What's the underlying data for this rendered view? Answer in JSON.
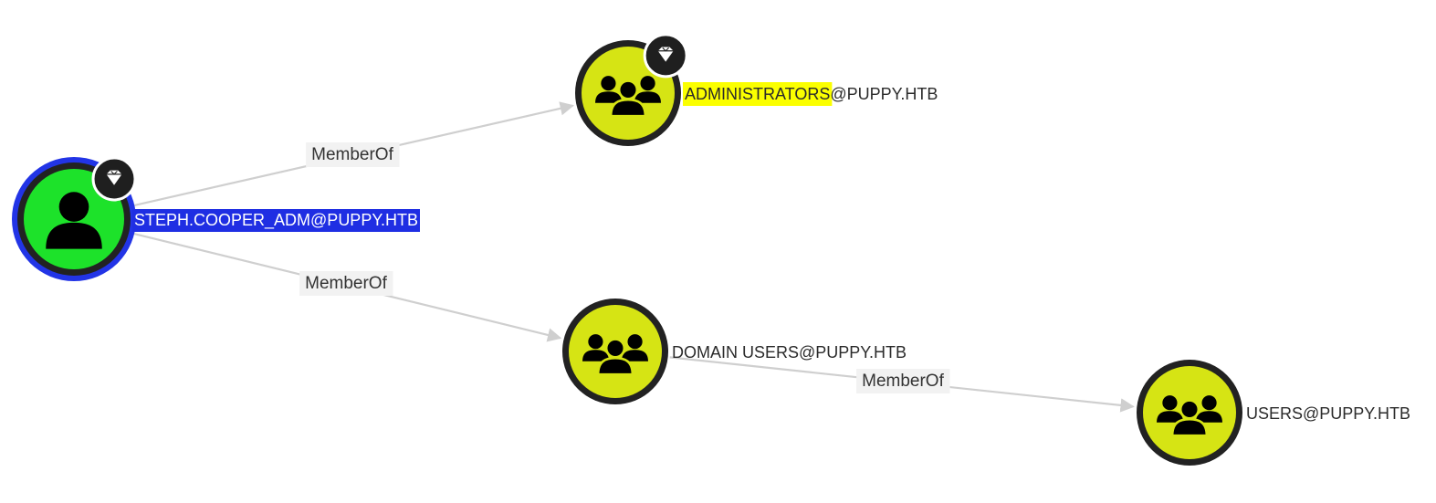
{
  "graph": {
    "nodes": [
      {
        "id": "steph",
        "label": "STEPH.COOPER_ADM@PUPPY.HTB",
        "kind": "user",
        "icon": "user-icon",
        "badge": "tier-zero-diamond-icon",
        "selected": true
      },
      {
        "id": "admins",
        "label": "ADMINISTRATORS@PUPPY.HTB",
        "highlight_text": "ADMINISTRATORS",
        "rest_text": "@PUPPY.HTB",
        "kind": "group",
        "icon": "group-icon",
        "badge": "tier-zero-diamond-icon",
        "selected": false
      },
      {
        "id": "domain_users",
        "label": "DOMAIN USERS@PUPPY.HTB",
        "kind": "group",
        "icon": "group-icon",
        "badge": "",
        "selected": false
      },
      {
        "id": "users",
        "label": "USERS@PUPPY.HTB",
        "kind": "group",
        "icon": "group-icon",
        "badge": "",
        "selected": false
      }
    ],
    "edges": [
      {
        "from": "steph",
        "to": "admins",
        "label": "MemberOf"
      },
      {
        "from": "steph",
        "to": "domain_users",
        "label": "MemberOf"
      },
      {
        "from": "domain_users",
        "to": "users",
        "label": "MemberOf"
      }
    ],
    "colors": {
      "user_fill": "#1de22a",
      "group_fill": "#d6e414",
      "node_ring": "#222222",
      "selected_ring": "#2234e6",
      "selected_label_bg": "#1f2ee3",
      "search_highlight": "#fbff00",
      "edge": "#cfcfcf",
      "edge_label_bg": "#f2f2f2",
      "badge_bg": "#1f1f1f",
      "badge_border": "#ffffff"
    }
  }
}
